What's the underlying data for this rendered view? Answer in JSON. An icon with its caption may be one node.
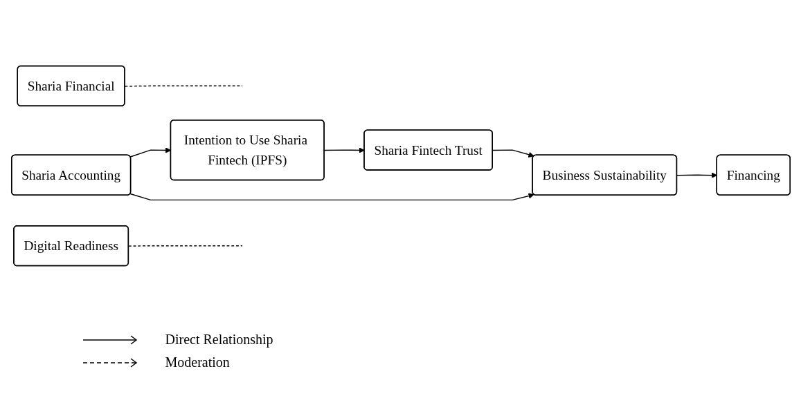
{
  "diagram": {
    "nodes": [
      {
        "text": [
          "Sharia Financial"
        ]
      },
      {
        "text": [
          "Sharia Accounting"
        ]
      },
      {
        "text": [
          "Intention to Use Sharia Fintech (IPFS)"
        ]
      },
      {
        "text": [
          "Sharia Fintech Trust"
        ]
      },
      {
        "text": [
          "Digital Readiness"
        ]
      },
      {
        "text": [
          "Business Sustainability"
        ]
      },
      {
        "text": [
          "Financing"
        ]
      }
    ],
    "edges": [
      {
        "from": 1,
        "to": 2,
        "arrow": "to"
      },
      {
        "from": 0,
        "to": null,
        "arrow": "none",
        "style": "dashed"
      },
      {
        "from": 2,
        "to": 3,
        "arrow": "to"
      },
      {
        "from": 1,
        "to": 5,
        "arrow": "to"
      },
      {
        "from": 4,
        "to": null,
        "arrow": "none",
        "style": "dashed"
      },
      {
        "from": 3,
        "to": 5,
        "arrow": "to"
      },
      {
        "from": 5,
        "to": 6,
        "arrow": "to"
      }
    ],
    "legend": [
      {
        "text": "Direct Relationship"
      },
      {
        "text": "Moderation"
      }
    ]
  }
}
